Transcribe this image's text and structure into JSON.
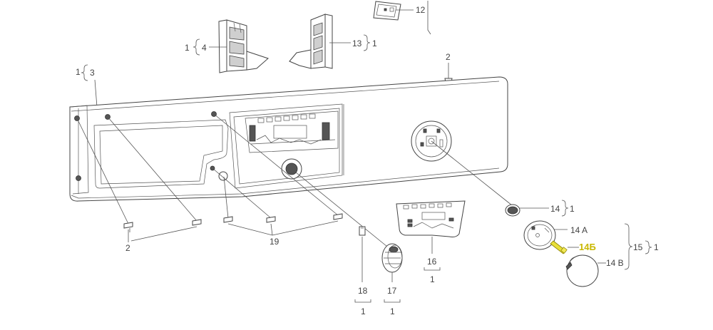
{
  "callouts": {
    "p1": "1",
    "p2": "2",
    "p3": "3",
    "p4": "4",
    "p12": "12",
    "p13": "13",
    "p14": "14",
    "p14a": "14 A",
    "p14b": "14 B",
    "p14b_highlight": "14Б",
    "p15": "15",
    "p16": "16",
    "p17": "17",
    "p18": "18",
    "p19": "19",
    "qty_1": "1"
  },
  "colors": {
    "line": "#555555",
    "highlight_label": "#c9b800",
    "highlight_part": "#e8df3a"
  }
}
